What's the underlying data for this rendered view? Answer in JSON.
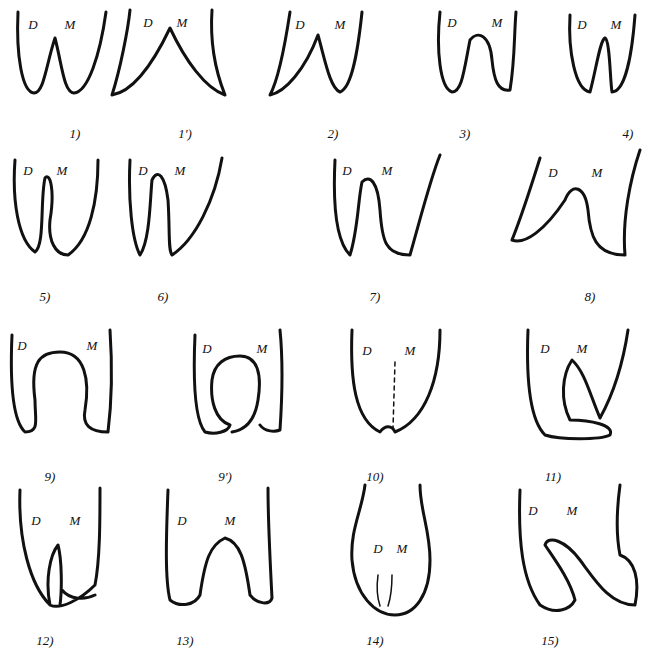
{
  "diagram": {
    "labels": [
      "D",
      "M",
      "1)",
      "D",
      "M",
      "1')",
      "D",
      "M",
      "2)",
      "D",
      "M",
      "3)",
      "D",
      "M",
      "4)",
      "D",
      "M",
      "5)",
      "D",
      "M",
      "6)",
      "D",
      "M",
      "7)",
      "D",
      "M",
      "8)",
      "D",
      "M",
      "9)",
      "D",
      "M",
      "9')",
      "D",
      "M",
      "10)",
      "D",
      "M",
      "11)",
      "D",
      "M",
      "12)",
      "D",
      "M",
      "13)",
      "D",
      "M",
      "14)",
      "D",
      "M",
      "15)"
    ]
  }
}
